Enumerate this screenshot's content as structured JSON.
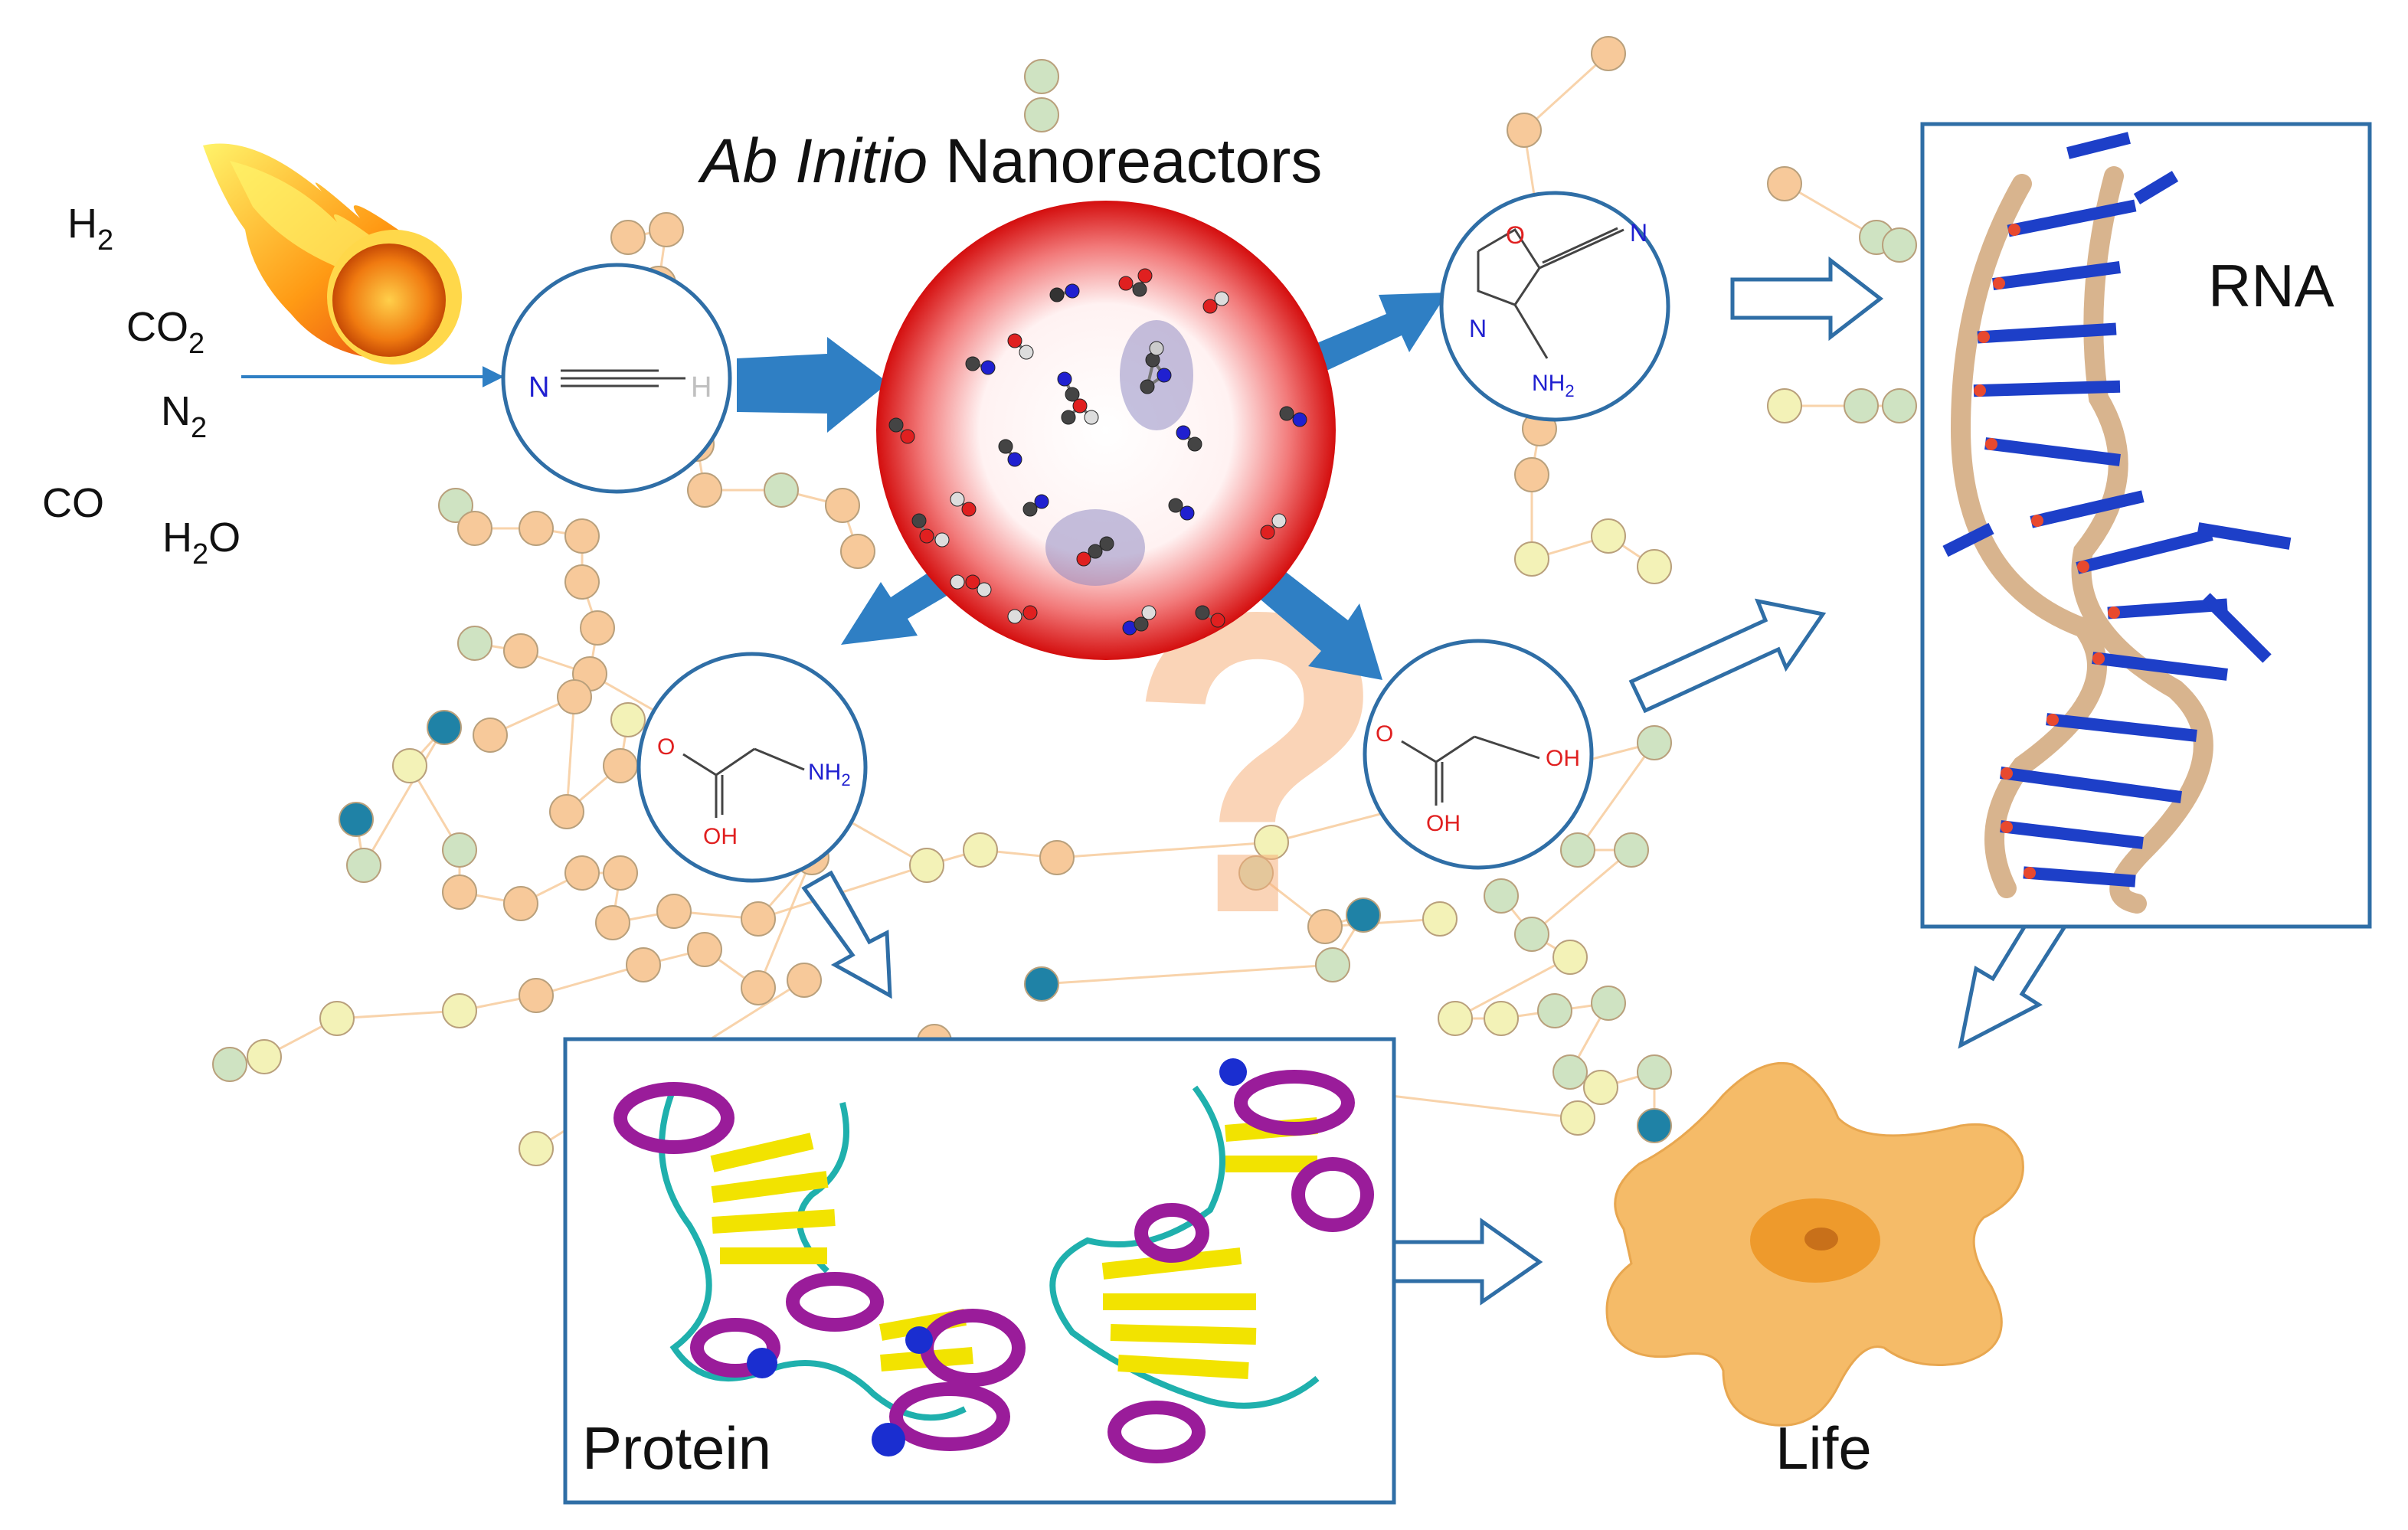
{
  "title": {
    "italic": "Ab Initio",
    "normal": " Nanoreactors"
  },
  "inputs": {
    "h2": {
      "base": "H",
      "sub": "2"
    },
    "co2": {
      "base": "CO",
      "sub": "2"
    },
    "n2": {
      "base": "N",
      "sub": "2"
    },
    "co": "CO",
    "h2o": {
      "base": "H",
      "sub": "2",
      "tail": "O"
    }
  },
  "molecules": {
    "hcn": {
      "n": "N",
      "h": "H"
    },
    "oxazole": {
      "o": "O",
      "n_ring": "N",
      "n_cn": "N",
      "nh": "NH",
      "nh_sub": "2"
    },
    "glycine": {
      "o": "O",
      "oh": "OH",
      "nh": "NH",
      "nh_sub": "2"
    },
    "glycolic": {
      "o": "O",
      "oh_acid": "OH",
      "oh_alc": "OH"
    }
  },
  "labels": {
    "rna": "RNA",
    "protein": "Protein",
    "life": "Life",
    "question": "?"
  },
  "colors": {
    "arrow_blue": "#2f7fc4",
    "box_border": "#2f6ea6",
    "atom_n": "#2020d0",
    "atom_o": "#e02020",
    "atom_h": "#b8b8b8",
    "node_orange": "#f7c99a",
    "node_yellow": "#f3f2b7",
    "node_green": "#cfe3c2",
    "node_teal": "#1f82a6",
    "cell": "#f5bb68",
    "protein_helix": "#9a1c9a",
    "protein_sheet": "#f2e300",
    "rna_base": "#1d3fc8",
    "rna_backbone": "#d8b48e"
  }
}
